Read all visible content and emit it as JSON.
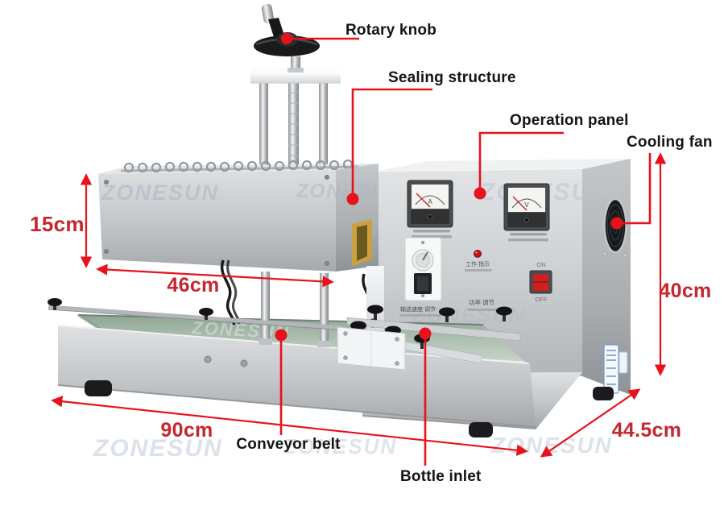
{
  "brand_watermark": "ZONESUN",
  "callouts": {
    "rotary_knob": "Rotary knob",
    "sealing_structure": "Sealing structure",
    "operation_panel": "Operation panel",
    "cooling_fan": "Cooling fan",
    "conveyor_belt": "Conveyor belt",
    "bottle_inlet": "Bottle inlet"
  },
  "dimensions": {
    "sealing_head_height": "15cm",
    "sealing_head_length": "46cm",
    "machine_height": "40cm",
    "machine_length": "90cm",
    "machine_depth": "44.5cm"
  },
  "operation_panel": {
    "ammeter_letter": "A",
    "voltmeter_letter": "V",
    "work_indicator_label": "工作 指示",
    "power_adjust_label": "功率 调节",
    "speed_adjust_label": "输送速度 调节",
    "on_label": "ON",
    "off_label": "OFF"
  },
  "colors": {
    "annotation_red": "#e8111c",
    "dimension_text_red": "#c6262e",
    "label_text": "#141414",
    "belt_green": "#9fb5a2",
    "watermark_gray": "#d7dfe8"
  }
}
